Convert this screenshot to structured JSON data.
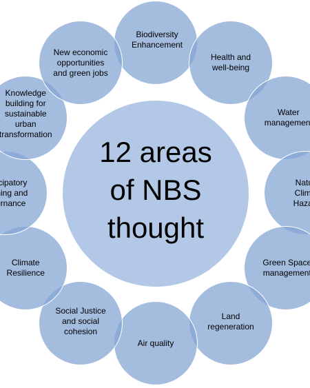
{
  "center": {
    "title": "12 areas\nof NBS\nthought"
  },
  "areas": [
    "Biodiversity\nEnhancement",
    "Health and\nwell-being",
    "Water\nmanagement",
    "Natural\nClimate\nHazards",
    "Green Space\nmanagement",
    "Land\nregeneration",
    "Air quality",
    "Social Justice\nand social\ncohesion",
    "Climate\nResilience",
    "Participatory\nplanning and\ngovernance",
    "Knowledge\nbuilding for\nsustainable\nurban\ntransformation",
    "New economic\nopportunities\nand green jobs"
  ],
  "colors": {
    "outer_circle": "#84a4d2",
    "center_circle": "#b3c7e6",
    "outline": "#ffffff",
    "text": "#000000"
  }
}
